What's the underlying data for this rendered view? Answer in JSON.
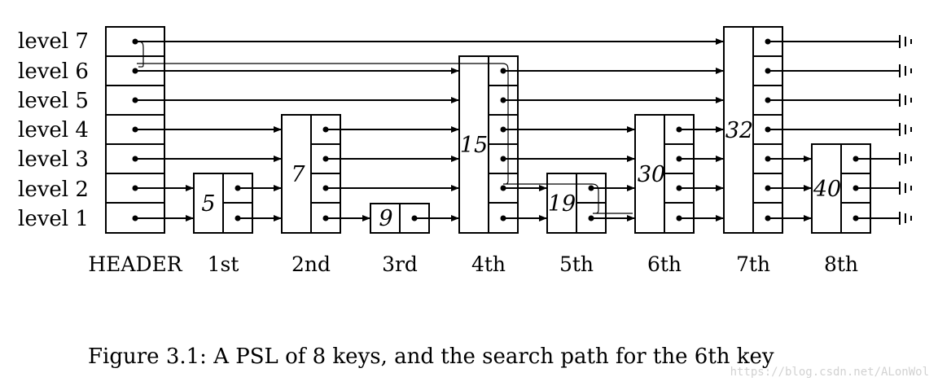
{
  "diagram": {
    "levels": [
      "level 7",
      "level 6",
      "level 5",
      "level 4",
      "level 3",
      "level 2",
      "level 1"
    ],
    "header_label": "HEADER",
    "nodes": [
      {
        "key": "5",
        "label": "1st",
        "height": 2
      },
      {
        "key": "7",
        "label": "2nd",
        "height": 4
      },
      {
        "key": "9",
        "label": "3rd",
        "height": 1
      },
      {
        "key": "15",
        "label": "4th",
        "height": 6
      },
      {
        "key": "19",
        "label": "5th",
        "height": 2
      },
      {
        "key": "30",
        "label": "6th",
        "height": 4
      },
      {
        "key": "32",
        "label": "7th",
        "height": 7
      },
      {
        "key": "40",
        "label": "8th",
        "height": 3
      }
    ],
    "caption": "Figure 3.1: A PSL of 8 keys, and the search path for the 6th key",
    "watermark": "https://blog.csdn.net/ALonWol"
  }
}
